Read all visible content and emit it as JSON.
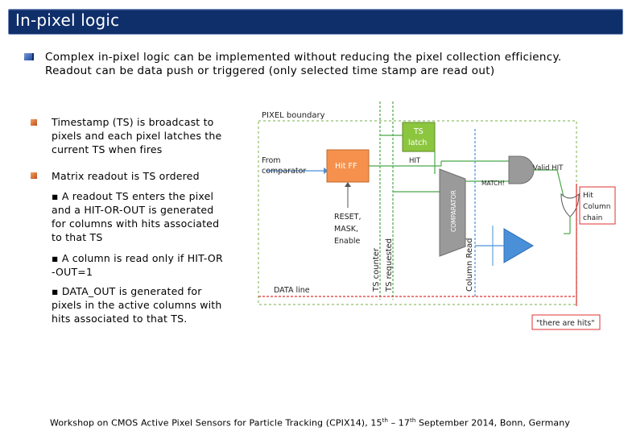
{
  "slide": {
    "title": "In-pixel logic",
    "main_bullet": {
      "line1": "Complex in-pixel logic can be implemented without reducing the pixel collection efficiency.",
      "line2": "Readout can be data push or triggered (only selected time stamp are read out)"
    },
    "sub_bullets": {
      "timestamp": [
        "Timestamp (TS) is broadcast to",
        "pixels and each pixel latches the",
        "current TS when fires"
      ],
      "matrix": "Matrix readout is TS ordered",
      "item1": [
        "▪ A readout TS enters the pixel",
        "and a HIT-OR-OUT is generated",
        "for columns with hits associated",
        "to that TS"
      ],
      "item2": [
        "▪ A column is read only if HIT-OR",
        "-OUT=1"
      ],
      "item3": [
        "▪ DATA_OUT is generated for",
        "pixels in the active columns with",
        "hits associated to that TS."
      ]
    },
    "footer": {
      "text_a": "Workshop on CMOS Active Pixel Sensors for Particle Tracking (CPIX14), 15",
      "sup1": "th",
      "text_b": " – 17",
      "sup2": "th",
      "text_c": " September 2014, Bonn, Germany"
    }
  },
  "diagram": {
    "pixel_boundary": "PIXEL boundary",
    "ts_latch": [
      "TS",
      "latch"
    ],
    "hit_ff": "Hit FF",
    "from_comparator": [
      "From",
      "comparator"
    ],
    "hit": "HIT",
    "match": "MATCH!",
    "valid_hit": "Valid HIT",
    "comparator": "COMPARATOR",
    "reset_lines": [
      "RESET,",
      "MASK,",
      "Enable"
    ],
    "hit_column_chain": [
      "Hit",
      "Column",
      "chain"
    ],
    "data_line": "DATA line",
    "ts_counter": "TS counter",
    "ts_requested": "TS requested",
    "column_read": "Column Read",
    "there_are_hits": "\"there are hits\"",
    "colors": {
      "orange": "#f5914d",
      "green": "#8cc63f",
      "blue": "#4a90d9",
      "gray": "#9a9a9a",
      "red": "#e03030"
    }
  }
}
